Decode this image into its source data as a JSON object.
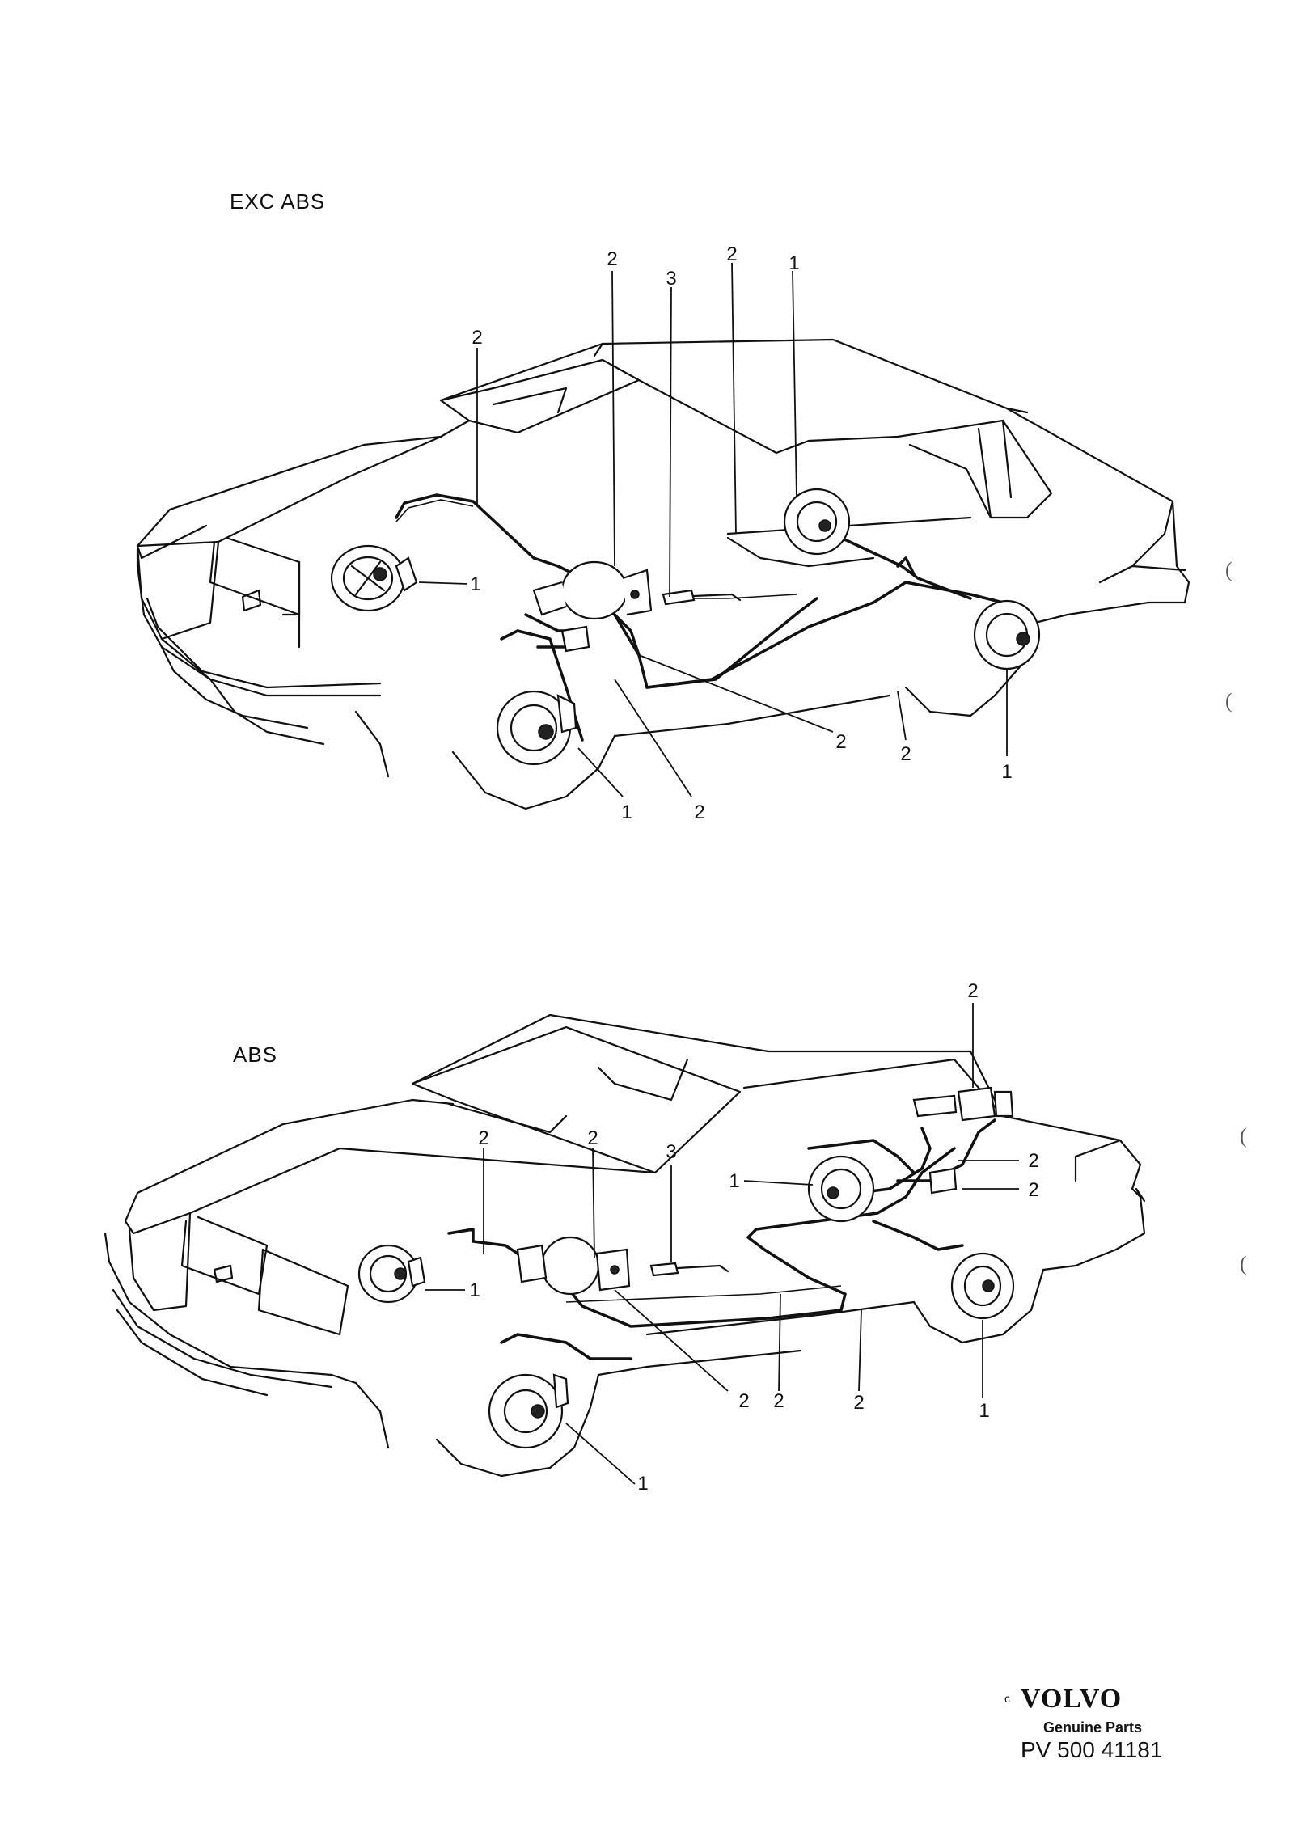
{
  "sections": {
    "top_heading": "EXC ABS",
    "bottom_heading": "ABS"
  },
  "callouts_top": [
    "2",
    "3",
    "2",
    "1",
    "2",
    "1",
    "2",
    "2",
    "1",
    "1",
    "2"
  ],
  "callouts_bottom": [
    "2",
    "2",
    "3",
    "2",
    "1",
    "2",
    "2",
    "1",
    "2",
    "2",
    "2",
    "1",
    "1"
  ],
  "footer": {
    "copyright_mark": "c",
    "logo": "VOLVO",
    "tagline": "Genuine Parts",
    "reference": "PV 500 41181"
  },
  "margin_marks": [
    "(",
    "(",
    "(",
    "("
  ]
}
